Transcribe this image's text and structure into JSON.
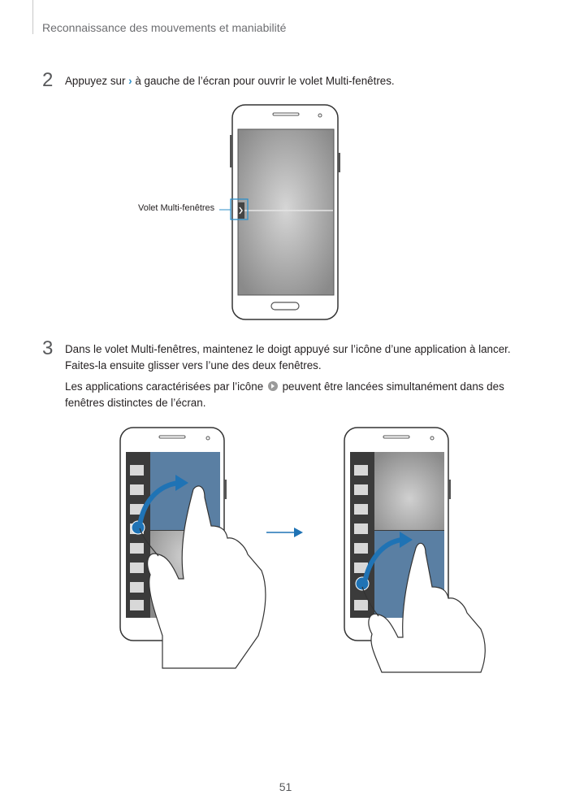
{
  "header": {
    "title": "Reconnaissance des mouvements et maniabilité"
  },
  "step2": {
    "number": "2",
    "text_before": "Appuyez sur ",
    "chevron_glyph": "›",
    "text_after": " à gauche de l’écran pour ouvrir le volet Multi-fenêtres."
  },
  "figure1": {
    "callout": "Volet Multi-fenêtres"
  },
  "step3": {
    "number": "3",
    "line1": "Dans le volet Multi-fenêtres, maintenez le doigt appuyé sur l’icône d’une application à lancer.",
    "line2": "Faites-la ensuite glisser vers l’une des deux fenêtres.",
    "note_before": "Les applications caractérisées par l’icône ",
    "note_after": " peuvent être lancées simultanément dans des",
    "note_line2": "fenêtres distinctes de l’écran."
  },
  "page_number": "51",
  "colors": {
    "accent": "#2e8fc8",
    "window_blue": "#5a7fa3",
    "arrow": "#1f73b5"
  }
}
